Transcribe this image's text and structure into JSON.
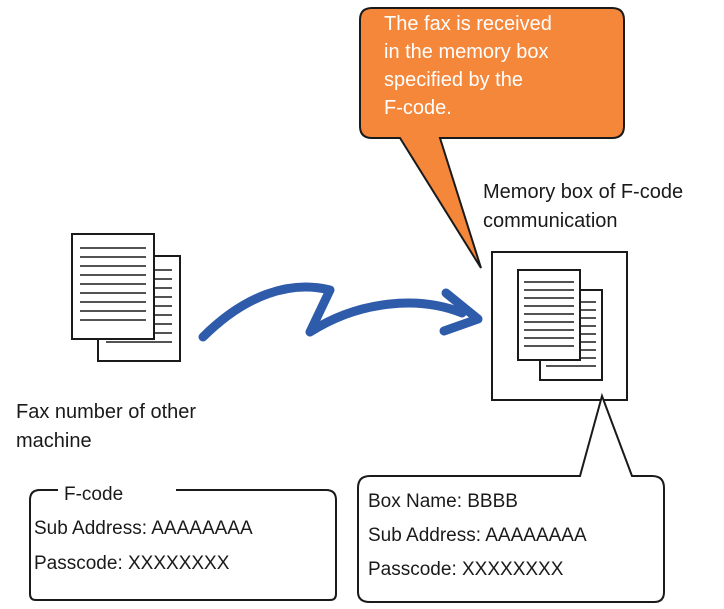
{
  "callout": {
    "line1": "The fax is received",
    "line2": "in the memory box",
    "line3": "specified by the",
    "line4": "F-code.",
    "fill_color": "#f5873a"
  },
  "memory_box": {
    "label_line1": "Memory box of F-code",
    "label_line2": "communication"
  },
  "sender": {
    "label_line1": "Fax number of other",
    "label_line2": "machine"
  },
  "left_panel": {
    "legend": "F-code",
    "sub_address": "Sub Address: AAAAAAAA",
    "passcode": "Passcode: XXXXXXXX"
  },
  "right_panel": {
    "box_name": "Box Name: BBBB",
    "sub_address": "Sub Address: AAAAAAAA",
    "passcode": "Passcode: XXXXXXXX"
  },
  "arrow": {
    "color": "#2f5bab"
  }
}
